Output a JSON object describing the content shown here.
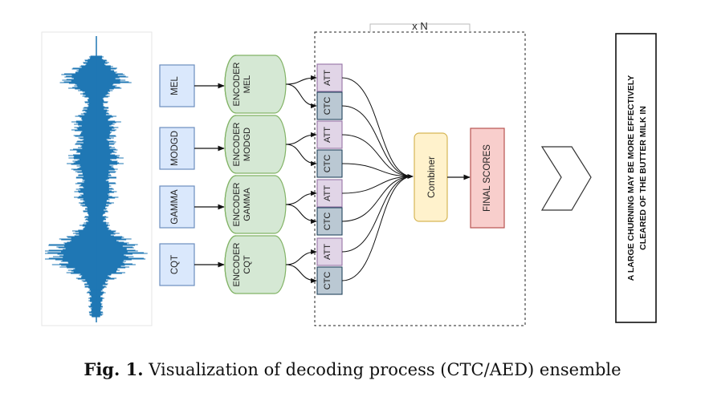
{
  "features": [
    "MEL",
    "MODGD",
    "GAMMA",
    "CQT"
  ],
  "encoders": [
    {
      "line1": "MEL",
      "line2": "ENCODER"
    },
    {
      "line1": "MODGD",
      "line2": "ENCODER"
    },
    {
      "line1": "GAMMA",
      "line2": "ENCODER"
    },
    {
      "line1": "CQT",
      "line2": "ENCODER"
    }
  ],
  "att_label": "ATT",
  "ctc_label": "CTC",
  "repeat_label": "x N",
  "combiner_label": "Combiner",
  "final_label": "FINAL SCORES",
  "output_text": {
    "line1": "A LARGE CHURNING MAY BE MORE EFFECTIVELY",
    "line2": "CLEARED OF THE BUTTER MILK IN"
  },
  "caption": {
    "label": "Fig. 1.",
    "text": "Visualization of decoding process (CTC/AED) ensemble"
  },
  "colors": {
    "feature_fill": "#dae8fc",
    "feature_stroke": "#6c8ebf",
    "encoder_fill": "#d5e8d4",
    "encoder_stroke": "#82b366",
    "att_fill": "#e1d5e7",
    "att_stroke": "#9673a6",
    "ctc_fill": "#bac8d3",
    "ctc_stroke": "#23445d",
    "combiner_fill": "#fff2cc",
    "combiner_stroke": "#d6b656",
    "final_fill": "#f8cecc",
    "final_stroke": "#b85450",
    "waveform": "#1f77b4"
  }
}
